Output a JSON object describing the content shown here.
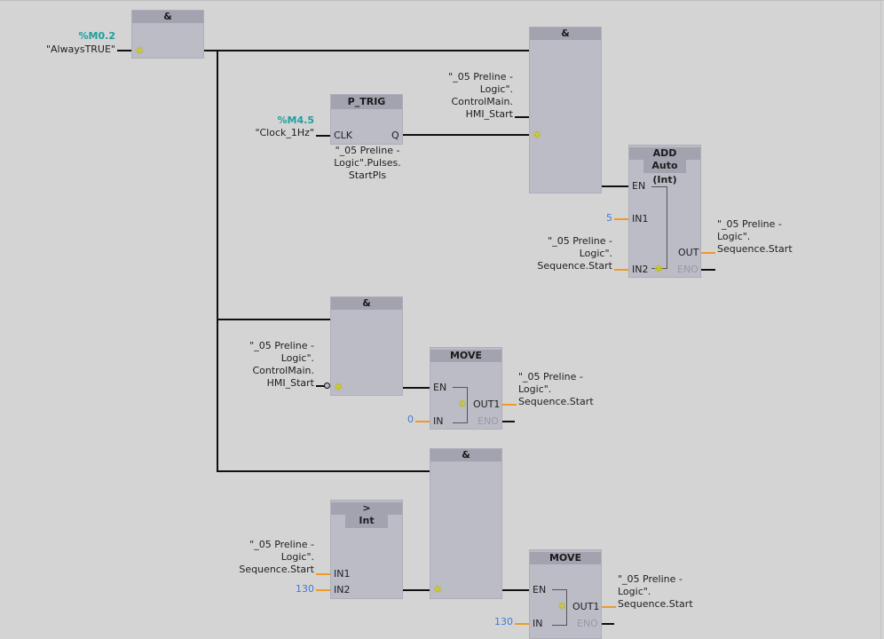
{
  "contacts": {
    "always_addr": "%M0.2",
    "always_name": "\"AlwaysTRUE\"",
    "clock_addr": "%M4.5",
    "clock_name": "\"Clock_1Hz\""
  },
  "blocks": {
    "and_main": "&",
    "ptrig_title": "P_TRIG",
    "ptrig_clk": "CLK",
    "ptrig_q": "Q",
    "ptrig_tag_1": "\"_05 Preline -",
    "ptrig_tag_2": "Logic\".Pulses.",
    "ptrig_tag_3": "StartPls",
    "and_upper": "&",
    "add_title": "ADD",
    "add_type": "Auto (Int)",
    "add_en": "EN",
    "add_in1": "IN1",
    "add_in2": "IN2",
    "add_out": "OUT",
    "add_eno": "ENO",
    "and_middle": "&",
    "move1_title": "MOVE",
    "move1_en": "EN",
    "move1_out": "OUT1",
    "move1_in": "IN",
    "move1_eno": "ENO",
    "and_lower": "&",
    "cmp_title": ">",
    "cmp_type": "Int",
    "cmp_in1": "IN1",
    "cmp_in2": "IN2",
    "move2_title": "MOVE",
    "move2_en": "EN",
    "move2_out": "OUT1",
    "move2_in": "IN",
    "move2_eno": "ENO"
  },
  "tags": {
    "hmi1_l1": "\"_05 Preline -",
    "hmi1_l2": "Logic\".",
    "hmi1_l3": "ControlMain.",
    "hmi1_l4": "HMI_Start",
    "add_in1_val": "5",
    "add_in2_l1": "\"_05 Preline -",
    "add_in2_l2": "Logic\".",
    "add_in2_l3": "Sequence.Start",
    "add_out_l1": "\"_05 Preline -",
    "add_out_l2": "Logic\".",
    "add_out_l3": "Sequence.Start",
    "hmi2_l1": "\"_05 Preline -",
    "hmi2_l2": "Logic\".",
    "hmi2_l3": "ControlMain.",
    "hmi2_l4": "HMI_Start",
    "move1_in_val": "0",
    "move1_out_l1": "\"_05 Preline -",
    "move1_out_l2": "Logic\".",
    "move1_out_l3": "Sequence.Start",
    "cmp_in1_l1": "\"_05 Preline -",
    "cmp_in1_l2": "Logic\".",
    "cmp_in1_l3": "Sequence.Start",
    "cmp_in2_val": "130",
    "move2_in_val": "130",
    "move2_out_l1": "\"_05 Preline -",
    "move2_out_l2": "Logic\".",
    "move2_out_l3": "Sequence.Start"
  },
  "colors": {
    "background": "#d4d4d4",
    "box": "#bcbcc7",
    "box_header": "#a3a3b0",
    "wire": "#101010",
    "param_wire": "#ec9b25",
    "address": "#1f9e9e",
    "constant": "#4477d6"
  }
}
